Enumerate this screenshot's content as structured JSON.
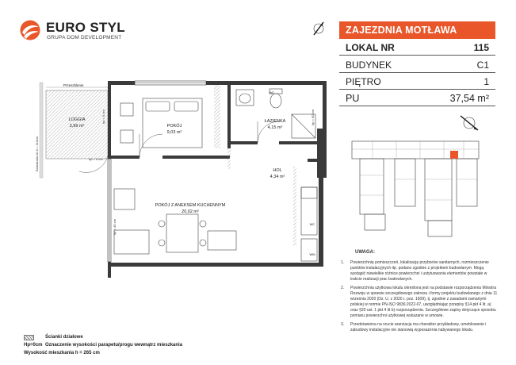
{
  "brand": {
    "name": "EURO STYL",
    "tagline": "GRUPA DOM DEVELOPMENT",
    "accent_color": "#e8562a"
  },
  "info": {
    "investment": "ZAJEZDNIA MOTŁAWA",
    "lokal_label": "LOKAL NR",
    "lokal_value": "115",
    "budynek_label": "BUDYNEK",
    "budynek_value": "C1",
    "pietro_label": "PIĘTRO",
    "pietro_value": "1",
    "pu_label": "PU",
    "pu_value": "37,54 m²"
  },
  "plan": {
    "przesuwna": "Przeszklenie",
    "balustrada": "Balustrada do h = 110cm",
    "loggia_name": "LOGGIA",
    "loggia_area": "3,99 m²",
    "pokoj_name": "POKÓJ",
    "pokoj_area": "9,03 m²",
    "lazienka_name": "ŁAZIENKA",
    "lazienka_area": "4,15 m²",
    "hol_name": "HOL",
    "hol_area": "4,34 m²",
    "aneks_name": "POKÓJ Z ANEKSEM KUCHENNYM",
    "aneks_area": "20,02 m²",
    "hp_0_a": "hp = 0 cm",
    "hp_0_b": "hp = 0 cm",
    "hp_45": "hp = 45 cm",
    "hp_60": "hp = 60 cm",
    "wm": "WM",
    "wc": "WC",
    "wc2": "WC"
  },
  "notes": {
    "title": "UWAGA:",
    "items": [
      "Powierzchnię pomieszczeń, lokalizację przyborów sanitarnych, rozmieszczenie punktów instalacyjnych itp. podano zgodnie z projektem budowlanym. Mogą wystąpić niewielkie różnice powierzchni i ustytuowania elementów powstałe w trakcie realizacji prac budowlanych.",
      "Powierzchnia użytkowa lokalu określona jest na podstawie rozporządzenia Ministra Rozwoju w sprawie szczegółowego zakresu i formy projektu budowlanego z dnia 11 września 2020 (Dz. U. z 2020 r. poz. 1609), tj. zgodnie z zasadami zamartymi polskiej w normie PN-ISO 9836:2022-07, uwzględniając przepisy §14 pkt 4 lit. a) oraz §20 ust. 1 pkt 4 lit b) rozporządzenia. Szczegółowe zapisy dotyczące sposobu pomiaru powierzchni użytkowej wskazane w umowie.",
      "Przedstawiona na rzucie aranżacja ma charakter przykładowy, umeblowanie i zabudowy instalacyjne nie stanowią wyposażenia nabywanego lokalu."
    ],
    "numbers": [
      "1.",
      "2.",
      "3."
    ]
  },
  "legend": {
    "walls_label": "Ścianki działowe",
    "hp_symbol": "Hp=0cm",
    "hp_label": "Oznaczenie wysokości parapetu/progu wewnątrz mieszkania",
    "height_label": "Wysokość mieszkania h = 265 cm"
  }
}
